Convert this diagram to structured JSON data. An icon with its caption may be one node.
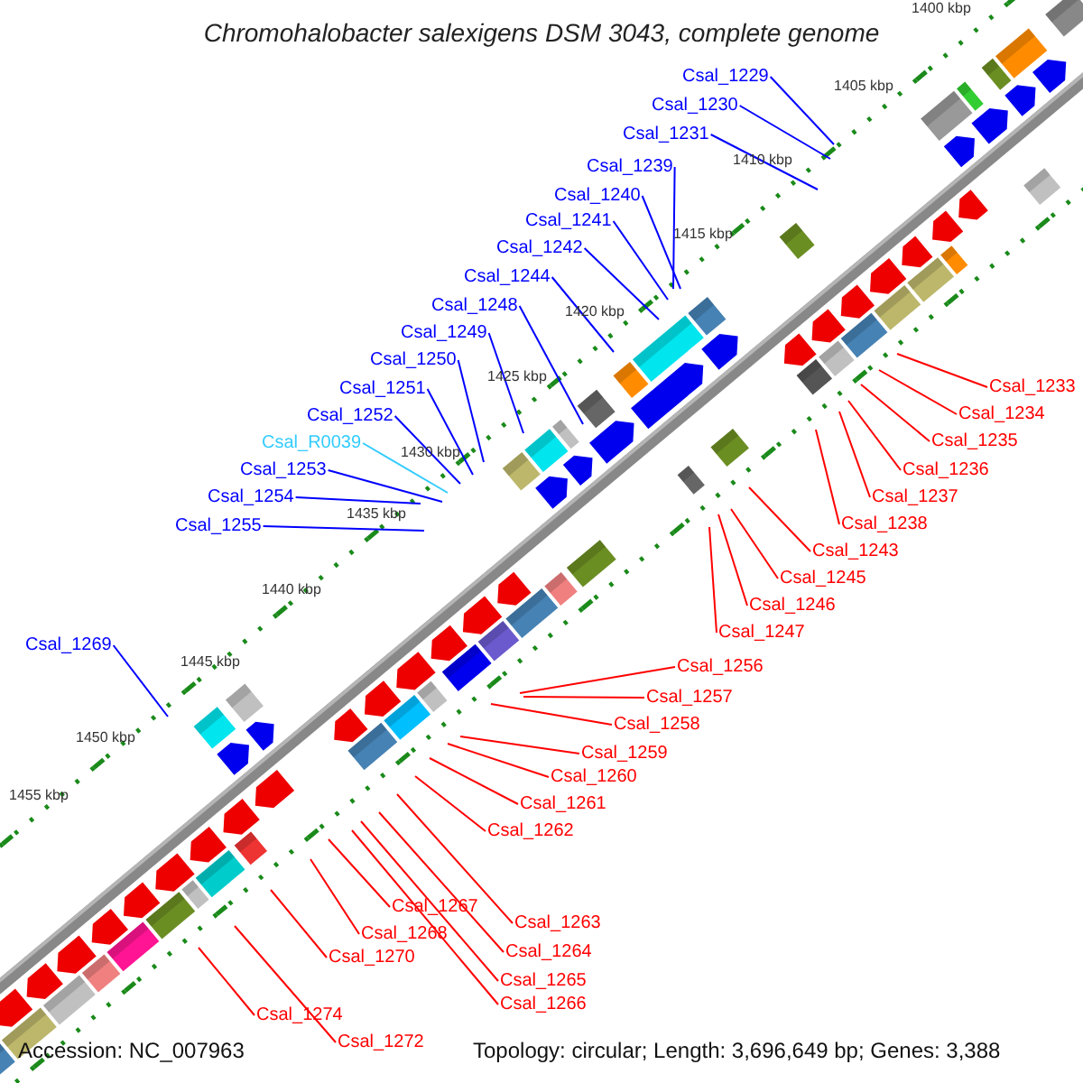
{
  "diagram": {
    "title": "Chromohalobacter salexigens DSM 3043, complete genome",
    "nodes": [
      {
        "text": [
          "Csal_1229"
        ]
      },
      {
        "text": [
          "Csal_1230"
        ]
      },
      {
        "text": [
          "Csal_1231"
        ]
      },
      {
        "text": [
          "Csal_1239"
        ]
      },
      {
        "text": [
          "Csal_1240"
        ]
      },
      {
        "text": [
          "Csal_1241"
        ]
      },
      {
        "text": [
          "Csal_1242"
        ]
      },
      {
        "text": [
          "Csal_1244"
        ]
      },
      {
        "text": [
          "Csal_1248"
        ]
      },
      {
        "text": [
          "Csal_1249"
        ]
      },
      {
        "text": [
          "Csal_1250"
        ]
      },
      {
        "text": [
          "Csal_1251"
        ]
      },
      {
        "text": [
          "Csal_1252"
        ]
      },
      {
        "text": [
          "Csal_R0039"
        ]
      },
      {
        "text": [
          "Csal_1253"
        ]
      },
      {
        "text": [
          "Csal_1254"
        ]
      },
      {
        "text": [
          "Csal_1255"
        ]
      },
      {
        "text": [
          "Csal_1269"
        ]
      },
      {
        "text": [
          "Csal_1233"
        ]
      },
      {
        "text": [
          "Csal_1234"
        ]
      },
      {
        "text": [
          "Csal_1235"
        ]
      },
      {
        "text": [
          "Csal_1236"
        ]
      },
      {
        "text": [
          "Csal_1237"
        ]
      },
      {
        "text": [
          "Csal_1238"
        ]
      },
      {
        "text": [
          "Csal_1243"
        ]
      },
      {
        "text": [
          "Csal_1245"
        ]
      },
      {
        "text": [
          "Csal_1246"
        ]
      },
      {
        "text": [
          "Csal_1247"
        ]
      },
      {
        "text": [
          "Csal_1256"
        ]
      },
      {
        "text": [
          "Csal_1257"
        ]
      },
      {
        "text": [
          "Csal_1258"
        ]
      },
      {
        "text": [
          "Csal_1259"
        ]
      },
      {
        "text": [
          "Csal_1260"
        ]
      },
      {
        "text": [
          "Csal_1261"
        ]
      },
      {
        "text": [
          "Csal_1262"
        ]
      },
      {
        "text": [
          "Csal_1263"
        ]
      },
      {
        "text": [
          "Csal_1264"
        ]
      },
      {
        "text": [
          "Csal_1265"
        ]
      },
      {
        "text": [
          "Csal_1266"
        ]
      },
      {
        "text": [
          "Csal_1267"
        ]
      },
      {
        "text": [
          "Csal_1268"
        ]
      },
      {
        "text": [
          "Csal_1270"
        ]
      },
      {
        "text": [
          "Csal_1272"
        ]
      },
      {
        "text": [
          "Csal_1274"
        ]
      }
    ],
    "edges": [
      {
        "from": 0,
        "to": null,
        "arrow": "none",
        "color": "#0000ff"
      },
      {
        "from": 1,
        "to": null,
        "arrow": "none",
        "color": "#0000ff"
      },
      {
        "from": 2,
        "to": null,
        "arrow": "none",
        "color": "#0000ff"
      },
      {
        "from": 3,
        "to": null,
        "arrow": "none",
        "color": "#0000ff"
      },
      {
        "from": 4,
        "to": null,
        "arrow": "none",
        "color": "#0000ff"
      },
      {
        "from": 5,
        "to": null,
        "arrow": "none",
        "color": "#0000ff"
      },
      {
        "from": 6,
        "to": null,
        "arrow": "none",
        "color": "#0000ff"
      },
      {
        "from": 7,
        "to": null,
        "arrow": "none",
        "color": "#0000ff"
      },
      {
        "from": 8,
        "to": null,
        "arrow": "none",
        "color": "#0000ff"
      },
      {
        "from": 9,
        "to": null,
        "arrow": "none",
        "color": "#0000ff"
      },
      {
        "from": 10,
        "to": null,
        "arrow": "none",
        "color": "#0000ff"
      },
      {
        "from": 11,
        "to": null,
        "arrow": "none",
        "color": "#0000ff"
      },
      {
        "from": 12,
        "to": null,
        "arrow": "none",
        "color": "#0000ff"
      },
      {
        "from": 13,
        "to": null,
        "arrow": "none",
        "color": "#33ccff"
      },
      {
        "from": 14,
        "to": null,
        "arrow": "none",
        "color": "#0000ff"
      },
      {
        "from": 15,
        "to": null,
        "arrow": "none",
        "color": "#0000ff"
      },
      {
        "from": 16,
        "to": null,
        "arrow": "none",
        "color": "#0000ff"
      },
      {
        "from": 17,
        "to": null,
        "arrow": "none",
        "color": "#0000ff"
      },
      {
        "from": 18,
        "to": null,
        "arrow": "none"
      },
      {
        "from": 19,
        "to": null,
        "arrow": "none"
      },
      {
        "from": 20,
        "to": null,
        "arrow": "none"
      },
      {
        "from": 21,
        "to": null,
        "arrow": "none"
      },
      {
        "from": 22,
        "to": null,
        "arrow": "none"
      },
      {
        "from": 23,
        "to": null,
        "arrow": "none"
      },
      {
        "from": 24,
        "to": null,
        "arrow": "none"
      },
      {
        "from": 25,
        "to": null,
        "arrow": "none"
      },
      {
        "from": 26,
        "to": null,
        "arrow": "none"
      },
      {
        "from": 27,
        "to": null,
        "arrow": "none"
      },
      {
        "from": 28,
        "to": null,
        "arrow": "none"
      },
      {
        "from": 29,
        "to": null,
        "arrow": "none"
      },
      {
        "from": 30,
        "to": null,
        "arrow": "none"
      },
      {
        "from": 31,
        "to": null,
        "arrow": "none"
      },
      {
        "from": 32,
        "to": null,
        "arrow": "none"
      },
      {
        "from": 33,
        "to": null,
        "arrow": "none"
      },
      {
        "from": 34,
        "to": null,
        "arrow": "none"
      },
      {
        "from": 35,
        "to": null,
        "arrow": "none"
      },
      {
        "from": 36,
        "to": null,
        "arrow": "none"
      },
      {
        "from": 37,
        "to": null,
        "arrow": "none"
      },
      {
        "from": 38,
        "to": null,
        "arrow": "none"
      },
      {
        "from": 39,
        "to": null,
        "arrow": "none"
      },
      {
        "from": 40,
        "to": null,
        "arrow": "none"
      },
      {
        "from": 41,
        "to": null,
        "arrow": "none"
      },
      {
        "from": 42,
        "to": null,
        "arrow": "none"
      },
      {
        "from": 43,
        "to": null,
        "arrow": "none"
      }
    ],
    "labels": [
      "1400 kbp",
      "1405 kbp",
      "1410 kbp",
      "1415 kbp",
      "1420 kbp",
      "1425 kbp",
      "1430 kbp",
      "1435 kbp",
      "1440 kbp",
      "1445 kbp",
      "1450 kbp",
      "1455 kbp",
      "Accession: NC_007963",
      "Topology: circular; Length: 3,696,649 bp; Genes: 3,388"
    ]
  }
}
